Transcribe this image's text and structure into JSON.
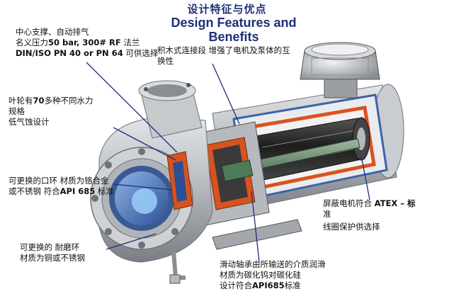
{
  "title": {
    "zh": "设计特征与优点",
    "en_line1": "Design Features and",
    "en_line2": "Benefits"
  },
  "annotations": {
    "support": {
      "line1": "中心支撑、自动排气",
      "line2_a": "名义压力",
      "line2_b": "50 bar, 300# RF",
      "line2_c": " 法兰",
      "line3_a": "DIN/ISO PN 40 or PN 64",
      "line3_b": " 可供选择"
    },
    "modular": {
      "line1": "积木式连接段 增强了电机及泵体的互",
      "line2": "换性"
    },
    "impeller": {
      "line1_a": "叶轮有",
      "line1_b": "70",
      "line1_c": "多种不同水力",
      "line2": "规格",
      "line3": "低气蚀设计"
    },
    "ring": {
      "line1": "可更换的口环 材质为铬合金",
      "line2_a": "或不锈钢 符合",
      "line2_b": "API 685",
      "line2_c": " 标准"
    },
    "motor": {
      "line1_a": "屏蔽电机符合 ",
      "line1_b": "ATEX",
      "line1_c": " – 标",
      "line2": "准",
      "line3": "线圈保护供选择"
    },
    "wear": {
      "line1": "可更换的 耐磨环",
      "line2": "材质为铜或不锈钢"
    },
    "bearing": {
      "line1": "滑动轴承由所输送的介质润滑",
      "line2": "材质为碳化钨对碳化硅",
      "line3_a": "设计符合",
      "line3_b": "API685",
      "line3_c": "标准"
    }
  },
  "colors": {
    "title": "#1e2f78",
    "steel": "#b9bcc1",
    "steel_dark": "#6f7378",
    "pump_blue": "#3d63a8",
    "cut_orange": "#d9531e",
    "motor_dark": "#2b2b2b",
    "leader": "#1e2f78"
  },
  "icons": [
    "canned-motor-pump-cutaway"
  ]
}
